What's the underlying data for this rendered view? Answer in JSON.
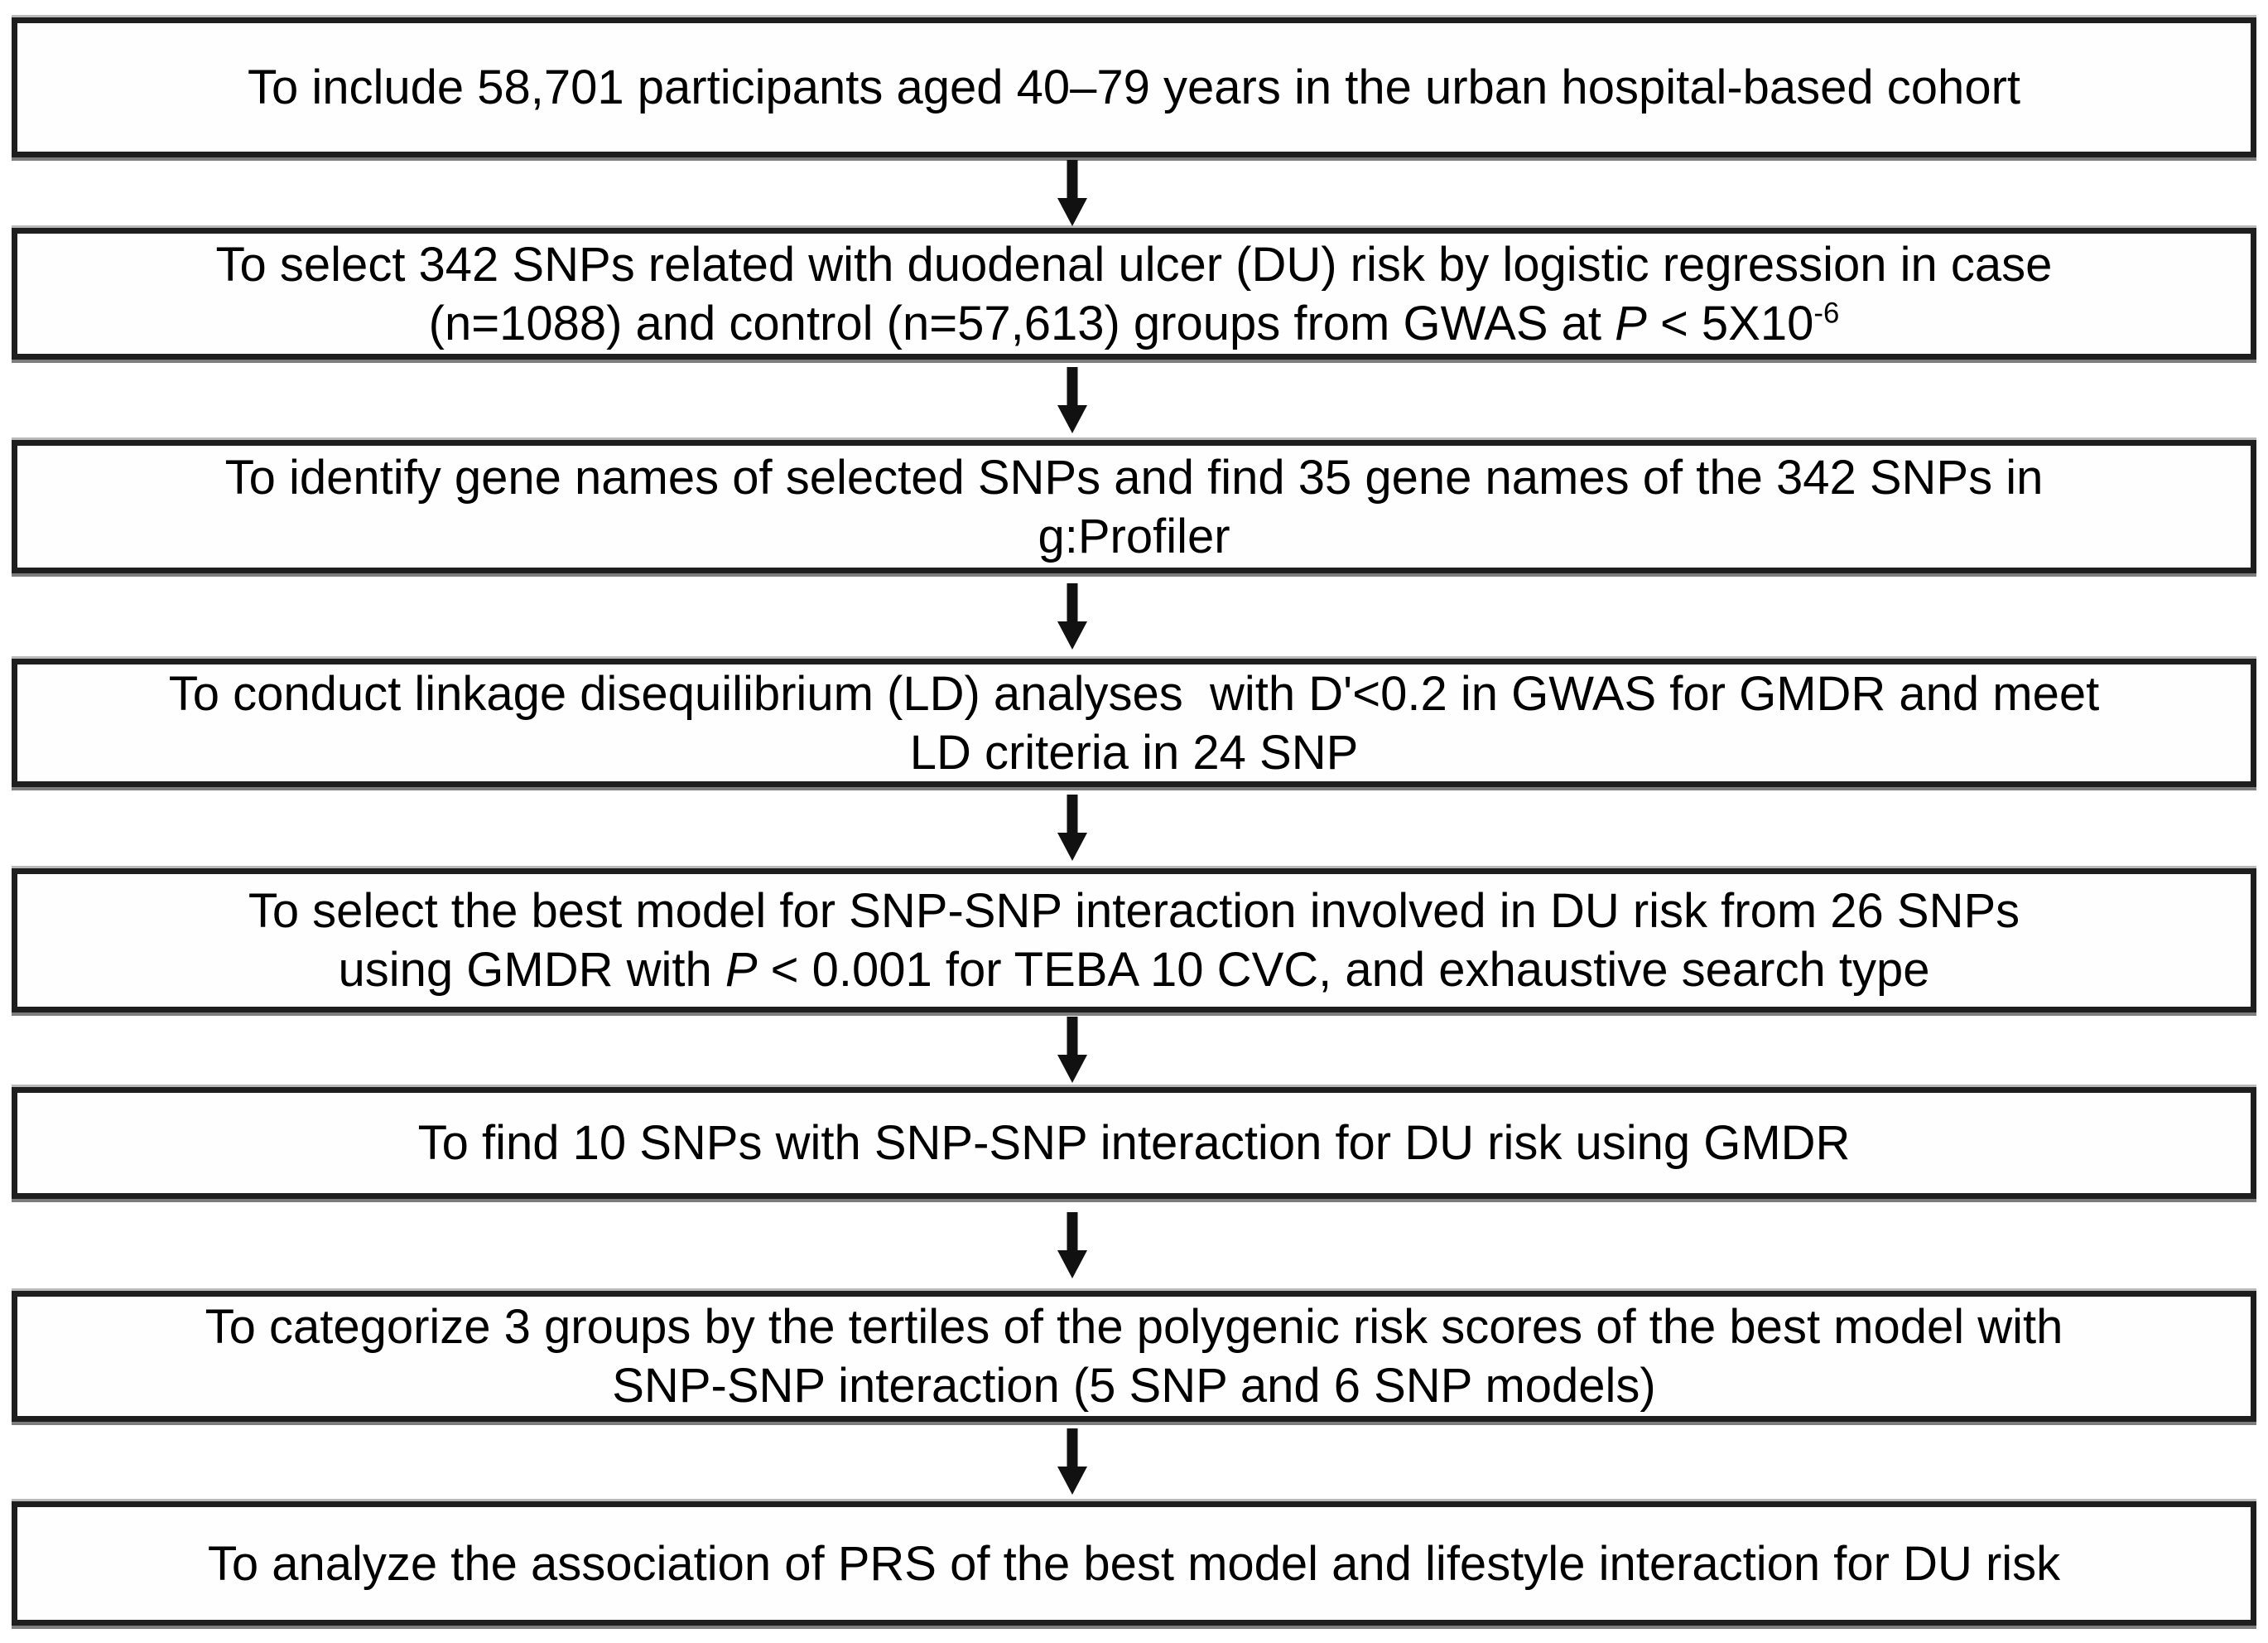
{
  "figure_type": "flowchart",
  "style": {
    "background": "#ffffff",
    "box_border": "#1e1e1e",
    "text_color": "#000000",
    "arrow_color": "#111111"
  },
  "flowchart": {
    "boxes": [
      {
        "step": 1,
        "lines": [
          [
            {
              "t": "To include 58,701 participants aged 40–79 years in the urban hospital-based cohort"
            }
          ]
        ]
      },
      {
        "step": 2,
        "lines": [
          [
            {
              "t": "To select 342 SNPs related with duodenal ulcer (DU) risk by logistic regression in case"
            }
          ],
          [
            {
              "t": "(n=1088) and control (n=57,613) groups from GWAS at "
            },
            {
              "t": "P",
              "i": true
            },
            {
              "t": " < 5X10"
            },
            {
              "t": "-6",
              "sup": true
            }
          ]
        ]
      },
      {
        "step": 3,
        "lines": [
          [
            {
              "t": "To identify gene names of selected SNPs and find 35 gene names of the 342 SNPs in"
            }
          ],
          [
            {
              "t": "g:Profiler"
            }
          ]
        ]
      },
      {
        "step": 4,
        "lines": [
          [
            {
              "t": "To conduct linkage disequilibrium (LD) analyses  with D'<0.2 in GWAS for GMDR and meet"
            }
          ],
          [
            {
              "t": "LD criteria in 24 SNP"
            }
          ]
        ]
      },
      {
        "step": 5,
        "lines": [
          [
            {
              "t": "To select the best model for SNP-SNP interaction involved in DU risk from 26 SNPs"
            }
          ],
          [
            {
              "t": "using GMDR with "
            },
            {
              "t": "P",
              "i": true
            },
            {
              "t": " < 0.001 for TEBA 10 CVC, and exhaustive search type"
            }
          ]
        ]
      },
      {
        "step": 6,
        "lines": [
          [
            {
              "t": "To find 10 SNPs with SNP-SNP interaction for DU risk using GMDR"
            }
          ]
        ]
      },
      {
        "step": 7,
        "lines": [
          [
            {
              "t": "To categorize 3 groups by the tertiles of the polygenic risk scores of the best model with"
            }
          ],
          [
            {
              "t": "SNP-SNP interaction (5 SNP and 6 SNP models)"
            }
          ]
        ]
      },
      {
        "step": 8,
        "lines": [
          [
            {
              "t": "To analyze the association of PRS of the best model and lifestyle interaction for DU risk"
            }
          ]
        ]
      }
    ]
  }
}
